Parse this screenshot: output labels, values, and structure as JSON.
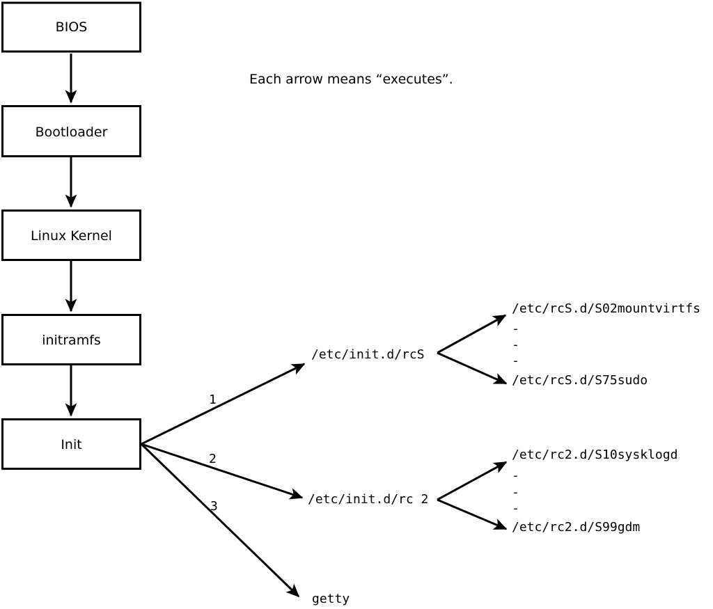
{
  "note": "Each arrow means “executes”.",
  "colors": {
    "line": "#000000",
    "background": "#ffffff",
    "box_fill": "#ffffff"
  },
  "boxes": {
    "bios": {
      "label": "BIOS"
    },
    "bootloader": {
      "label": "Bootloader"
    },
    "kernel": {
      "label": "Linux Kernel"
    },
    "initramfs": {
      "label": "initramfs"
    },
    "init": {
      "label": "Init"
    }
  },
  "fan": {
    "labels": {
      "rcs": "1",
      "rc2": "2",
      "getty": "3"
    },
    "targets": {
      "rcs": "/etc/init.d/rcS",
      "rc2": "/etc/init.d/rc 2",
      "getty": "getty"
    }
  },
  "rcs_children": {
    "first": "/etc/rcS.d/S02mountvirtfs",
    "dashes": [
      "-",
      "-",
      "-"
    ],
    "last": "/etc/rcS.d/S75sudo"
  },
  "rc2_children": {
    "first": "/etc/rc2.d/S10sysklogd",
    "dashes": [
      "-",
      "-",
      "-"
    ],
    "last": "/etc/rc2.d/S99gdm"
  }
}
